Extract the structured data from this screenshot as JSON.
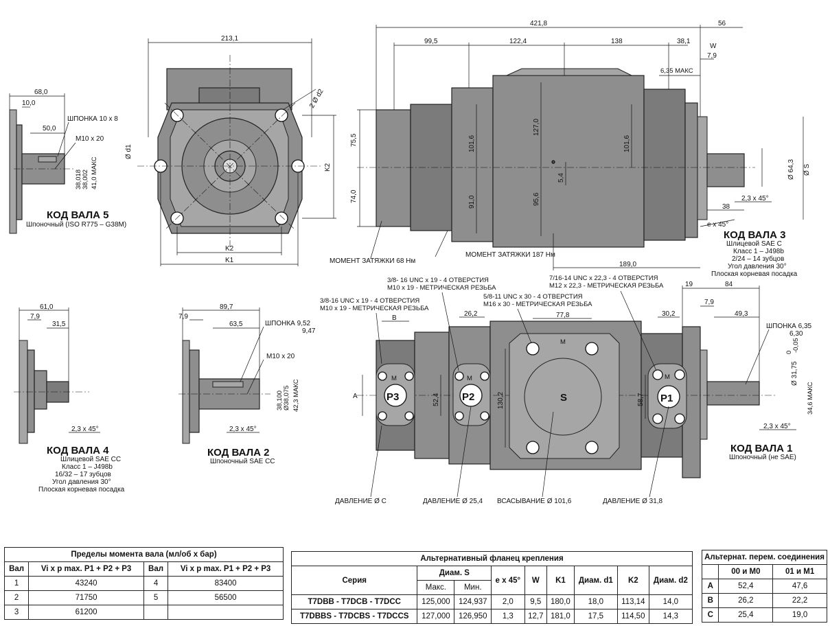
{
  "views": {
    "shaft5": {
      "title": "КОД ВАЛА 5",
      "desc": "Шпоночный (ISO R775 – G38M)",
      "dims": [
        "68,0",
        "10,0",
        "50,0",
        "ШПОНКА 10 x 8",
        "M10 x 20",
        "38,018",
        "38,002",
        "41,0 МАКС"
      ]
    },
    "flange": {
      "dims": [
        "213,1",
        "2 Ø d2",
        "Ø d1",
        "K2",
        "K2",
        "K1"
      ]
    },
    "side": {
      "dims": [
        "421,8",
        "56",
        "99,5",
        "122,4",
        "138",
        "38,1",
        "7,9",
        "6,35 МАКС",
        "W",
        "75,5",
        "74,0",
        "101,6",
        "127,0",
        "101,6",
        "91,0",
        "95,6",
        "5,4",
        "Ø 64,3",
        "Ø S",
        "38",
        "2,3 x 45°",
        "e x 45°",
        "189,0"
      ],
      "torque_68": "МОМЕНТ ЗАТЯЖКИ 68 Нм",
      "torque_187": "МОМЕНТ ЗАТЯЖКИ 187 Нм"
    },
    "shaft3": {
      "title": "КОД ВАЛА 3",
      "lines": [
        "Шлицевой SAE C",
        "Класс 1 – J498b",
        "2/24 – 14 зубцов",
        "Угол давления 30°",
        "Плоская корневая посадка"
      ]
    },
    "shaft4": {
      "title": "КОД ВАЛА 4",
      "lines": [
        "Шлицевой SAE CC",
        "Класс 1 – J498b",
        "16/32 – 17 зубцов",
        "Угол давления 30°",
        "Плоская корневая посадка"
      ],
      "dims": [
        "61,0",
        "7,9",
        "31,5",
        "2,3 x 45°"
      ]
    },
    "shaft2": {
      "title": "КОД ВАЛА 2",
      "desc": "Шпоночный SAE CC",
      "dims": [
        "89,7",
        "7,9",
        "63,5",
        "ШПОНКА 9,52",
        "9,47",
        "M10 x 20",
        "38,100",
        "Ø38,075",
        "42,3 МАКС",
        "2,3 x 45°"
      ]
    },
    "shaft1": {
      "title": "КОД ВАЛА 1",
      "desc": "Шпоночный (не SAE)",
      "dims": [
        "19",
        "84",
        "7,9",
        "49,3",
        "ШПОНКА 6,35",
        "6,30",
        "Ø 31,75",
        "0",
        "-0,05",
        "34,6 МАКС",
        "2,3 x 45°"
      ]
    },
    "bottom": {
      "notes": {
        "p3_thread_1": "3/8-16 UNC x 19 - 4 ОТВЕРСТИЯ",
        "p3_thread_2": "M10 x 19 - МЕТРИЧЕСКАЯ РЕЗЬБА",
        "p2_thread_1": "3/8- 16 UNC x 19 - 4 ОТВЕРСТИЯ",
        "p2_thread_2": "M10 x 19 - МЕТРИЧЕСКАЯ РЕЗЬБА",
        "s_thread_1": "5/8-11 UNC x 30  - 4 ОТВЕРСТИЯ",
        "s_thread_2": "M16 x 30 - МЕТРИЧЕСКАЯ РЕЗЬБА",
        "p1_thread_1": "7/16-14 UNC x 22,3 - 4 ОТВЕРСТИЯ",
        "p1_thread_2": "M12 x 22,3 - МЕТРИЧЕСКАЯ РЕЗЬБА"
      },
      "dims": [
        "B",
        "A",
        "26,2",
        "52,4",
        "77,8",
        "130,2",
        "30,2",
        "58,7"
      ],
      "ports": [
        "P3",
        "P2",
        "S",
        "P1",
        "M",
        "M",
        "M",
        "M"
      ],
      "callouts": [
        "ДАВЛЕНИЕ Ø C",
        "ДАВЛЕНИЕ Ø 25,4",
        "ВСАСЫВАНИЕ Ø 101,6",
        "ДАВЛЕНИЕ Ø 31,8"
      ]
    }
  },
  "table_torque": {
    "title": "Пределы момента вала (мл/об x бар)",
    "headers": [
      "Вал",
      "Vi x p max. P1 + P2 + P3",
      "Вал",
      "Vi x p max. P1 + P2 + P3"
    ],
    "rows": [
      [
        "1",
        "43240",
        "4",
        "83400"
      ],
      [
        "2",
        "71750",
        "5",
        "56500"
      ],
      [
        "3",
        "61200",
        "",
        ""
      ]
    ]
  },
  "table_flange": {
    "title": "Альтернативный фланец крепления",
    "headers": {
      "series": "Серия",
      "diam_s": "Диам. S",
      "max": "Макс.",
      "min": "Мин.",
      "e": "e x 45°",
      "w": "W",
      "k1": "K1",
      "d1": "Диам. d1",
      "k2": "K2",
      "d2": "Диам. d2"
    },
    "rows": [
      [
        "T7DBB - T7DCB - T7DCC",
        "125,000",
        "124,937",
        "2,0",
        "9,5",
        "180,0",
        "18,0",
        "113,14",
        "14,0"
      ],
      [
        "T7DBBS - T7DCBS - T7DCCS",
        "127,000",
        "126,950",
        "1,3",
        "12,7",
        "181,0",
        "17,5",
        "114,50",
        "14,3"
      ]
    ]
  },
  "table_conn": {
    "title": "Альтернат. перем. соединения",
    "headers": [
      "",
      "00 и M0",
      "01 и M1"
    ],
    "rows": [
      [
        "A",
        "52,4",
        "47,6"
      ],
      [
        "B",
        "26,2",
        "22,2"
      ],
      [
        "C",
        "25,4",
        "19,0"
      ]
    ]
  }
}
